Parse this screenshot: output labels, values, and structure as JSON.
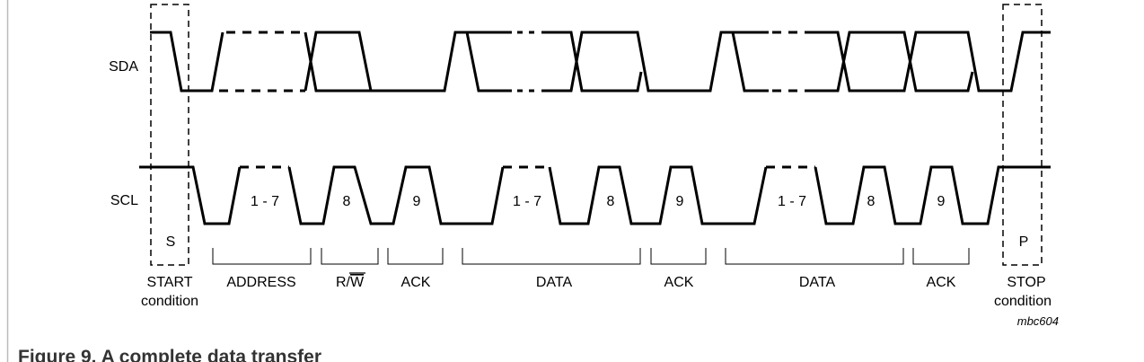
{
  "signals": {
    "sda": "SDA",
    "scl": "SCL"
  },
  "start_marker": "S",
  "stop_marker": "P",
  "bit_labels": [
    "1 - 7",
    "8",
    "9",
    "1 - 7",
    "8",
    "9",
    "1 - 7",
    "8",
    "9"
  ],
  "fields": {
    "start": "START",
    "start_sub": "condition",
    "address": "ADDRESS",
    "rw_r": "R/",
    "rw_w": "W",
    "ack1": "ACK",
    "data1": "DATA",
    "ack2": "ACK",
    "data2": "DATA",
    "ack3": "ACK",
    "stop": "STOP",
    "stop_sub": "condition"
  },
  "figure_id": "mbc604",
  "caption": "Figure 9.  A complete data transfer"
}
